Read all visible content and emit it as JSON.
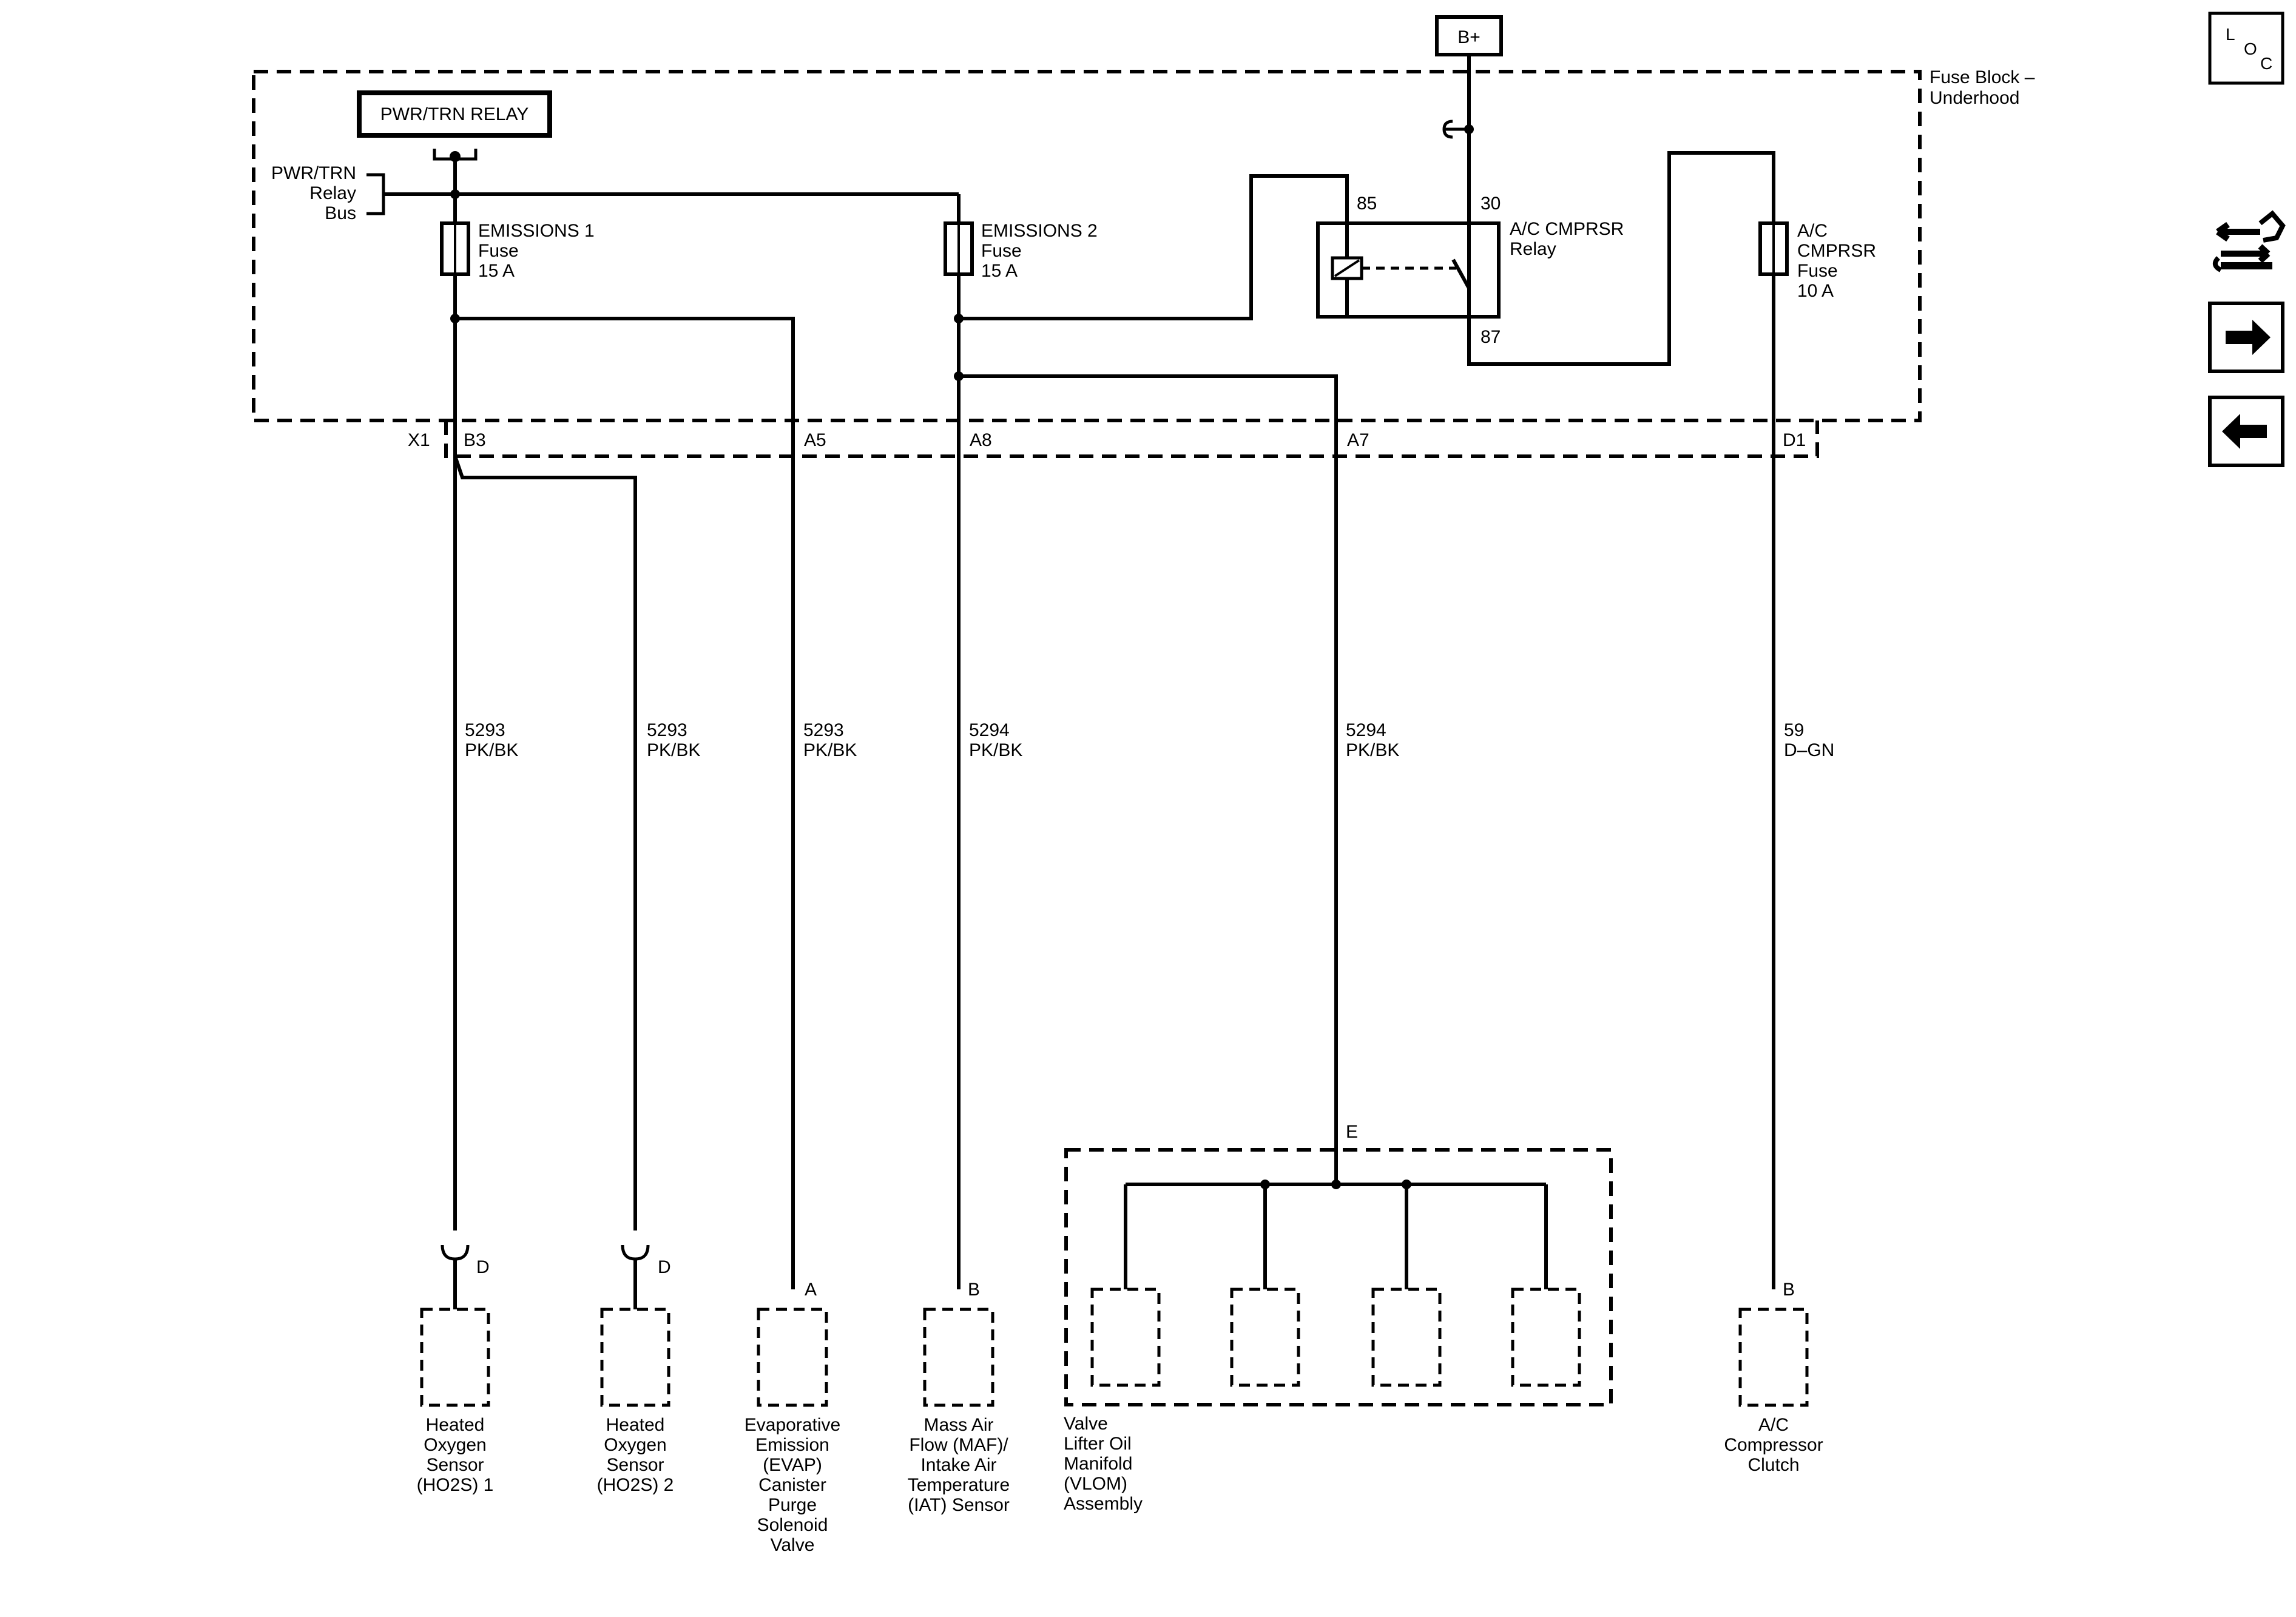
{
  "power_source": "B+",
  "fuse_block": {
    "line1": "Fuse Block –",
    "line2": "Underhood"
  },
  "relay_box": "PWR/TRN RELAY",
  "relay_bus": [
    "PWR/TRN",
    "Relay",
    "Bus"
  ],
  "fuses": {
    "emissions1": [
      "EMISSIONS 1",
      "Fuse",
      "15 A"
    ],
    "emissions2": [
      "EMISSIONS 2",
      "Fuse",
      "15 A"
    ],
    "ac_cmprsr": [
      "A/C",
      "CMPRSR",
      "Fuse",
      "10 A"
    ]
  },
  "ac_relay": {
    "label": [
      "A/C CMPRSR",
      "Relay"
    ],
    "pins": [
      "85",
      "30",
      "87"
    ]
  },
  "connector": {
    "name": "X1",
    "pins": [
      "B3",
      "A5",
      "A8",
      "A7",
      "D1"
    ]
  },
  "wires": [
    {
      "circuit": "5293",
      "color": "PK/BK"
    },
    {
      "circuit": "5293",
      "color": "PK/BK"
    },
    {
      "circuit": "5293",
      "color": "PK/BK"
    },
    {
      "circuit": "5294",
      "color": "PK/BK"
    },
    {
      "circuit": "5294",
      "color": "PK/BK"
    },
    {
      "circuit": "59",
      "color": "D–GN"
    }
  ],
  "component_pins": [
    "D",
    "D",
    "A",
    "B",
    "E",
    "B"
  ],
  "components": {
    "ho2s1": [
      "Heated",
      "Oxygen",
      "Sensor",
      "(HO2S) 1"
    ],
    "ho2s2": [
      "Heated",
      "Oxygen",
      "Sensor",
      "(HO2S) 2"
    ],
    "evap": [
      "Evaporative",
      "Emission",
      "(EVAP)",
      "Canister",
      "Purge",
      "Solenoid",
      "Valve"
    ],
    "maf": [
      "Mass Air",
      "Flow (MAF)/",
      "Intake Air",
      "Temperature",
      "(IAT) Sensor"
    ],
    "vlom": [
      "Valve",
      "Lifter Oil",
      "Manifold",
      "(VLOM)",
      "Assembly"
    ],
    "ac_clutch": [
      "A/C",
      "Compressor",
      "Clutch"
    ]
  },
  "sidebar": {
    "loc": {
      "l": "L",
      "o": "O",
      "c": "C"
    },
    "icons": [
      "connector-wrench-icon",
      "arrow-right-icon",
      "arrow-left-icon"
    ]
  }
}
